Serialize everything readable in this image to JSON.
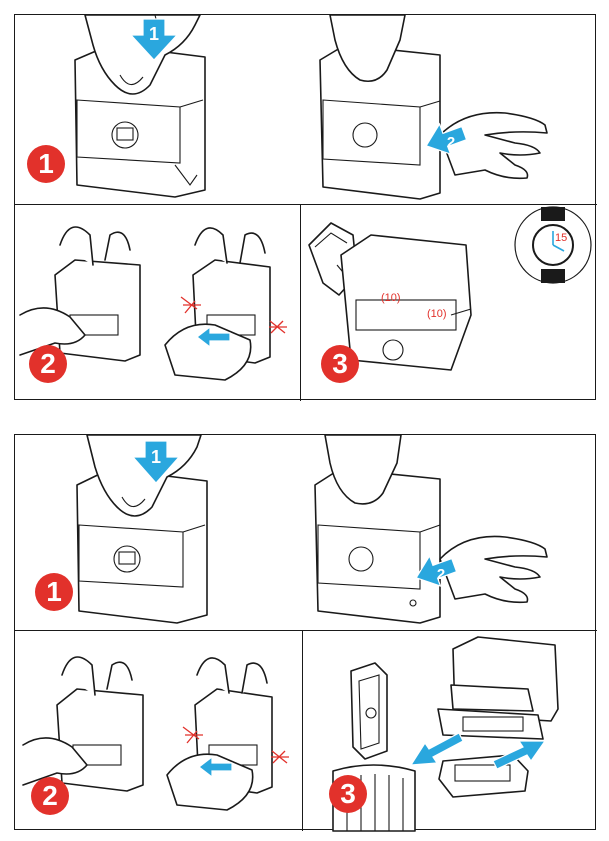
{
  "sections": [
    {
      "steps": [
        {
          "badge": "1",
          "arrows": [
            "1",
            "2"
          ]
        },
        {
          "badge": "2"
        },
        {
          "badge": "3",
          "labels": [
            "(10)",
            "(10)"
          ],
          "clock_label": "15"
        }
      ]
    },
    {
      "steps": [
        {
          "badge": "1",
          "arrows": [
            "1",
            "2"
          ]
        },
        {
          "badge": "2"
        },
        {
          "badge": "3"
        }
      ]
    }
  ],
  "colors": {
    "badge": "#e2312b",
    "arrow": "#2aa7de",
    "line": "#1a1a1a"
  }
}
